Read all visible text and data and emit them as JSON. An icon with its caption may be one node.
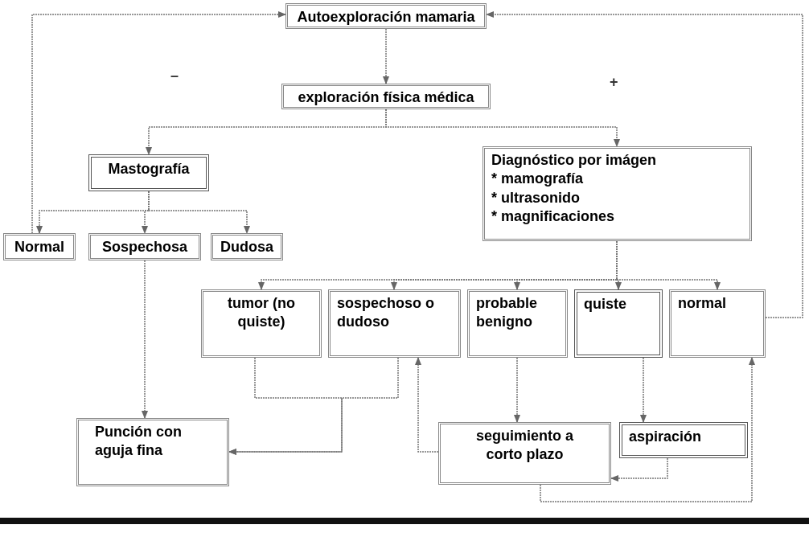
{
  "diagram": {
    "nodes": [
      {
        "text": [
          "Autoexploración mamaria"
        ]
      },
      {
        "text": [
          "exploración física médica"
        ]
      },
      {
        "text": [
          "Mastografía"
        ]
      },
      {
        "text": [
          "Normal"
        ]
      },
      {
        "text": [
          "Sospechosa"
        ]
      },
      {
        "text": [
          "Dudosa"
        ]
      },
      {
        "text": [
          "Diagnóstico por imágen",
          "* mamografía",
          "* ultrasonido",
          "* magnificaciones"
        ]
      },
      {
        "text": [
          "tumor (no quiste)"
        ]
      },
      {
        "text": [
          "sospechoso o dudoso"
        ]
      },
      {
        "text": [
          "probable benigno"
        ]
      },
      {
        "text": [
          "quiste"
        ]
      },
      {
        "text": [
          "normal"
        ]
      },
      {
        "text": [
          "Punción con aguja fina"
        ]
      },
      {
        "text": [
          "seguimiento a corto plazo"
        ]
      },
      {
        "text": [
          "aspiración"
        ]
      }
    ],
    "edges": [
      {
        "from": 0,
        "to": 1,
        "arrow": "to"
      },
      {
        "from": 3,
        "to": 0,
        "arrow": "to"
      },
      {
        "from": 11,
        "to": 0,
        "arrow": "to"
      },
      {
        "from": 1,
        "to": 2,
        "arrow": "to"
      },
      {
        "from": 1,
        "to": 6,
        "arrow": "to"
      },
      {
        "from": 2,
        "to": 3,
        "arrow": "to"
      },
      {
        "from": 2,
        "to": 4,
        "arrow": "to"
      },
      {
        "from": 2,
        "to": 5,
        "arrow": "to"
      },
      {
        "from": 4,
        "to": 12,
        "arrow": "to"
      },
      {
        "from": 6,
        "to": 7,
        "arrow": "to"
      },
      {
        "from": 6,
        "to": 8,
        "arrow": "to"
      },
      {
        "from": 6,
        "to": 9,
        "arrow": "to"
      },
      {
        "from": 6,
        "to": 10,
        "arrow": "to"
      },
      {
        "from": 6,
        "to": 11,
        "arrow": "to"
      },
      {
        "from": 7,
        "to": 12,
        "arrow": "to"
      },
      {
        "from": 8,
        "to": 12,
        "arrow": "to"
      },
      {
        "from": 13,
        "to": 8,
        "arrow": "to"
      },
      {
        "from": 9,
        "to": 13,
        "arrow": "to"
      },
      {
        "from": 10,
        "to": 14,
        "arrow": "to"
      },
      {
        "from": 14,
        "to": 13,
        "arrow": "to"
      },
      {
        "from": 13,
        "to": 11,
        "arrow": "to"
      }
    ],
    "labels": [
      "–",
      "+"
    ]
  }
}
